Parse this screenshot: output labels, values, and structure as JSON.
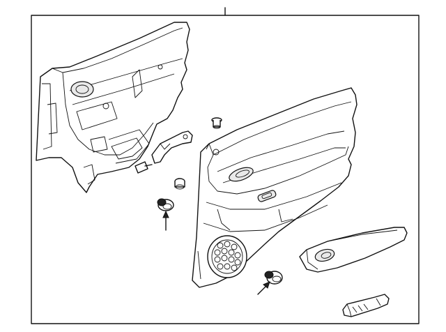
{
  "diagram": {
    "background": "#ffffff",
    "line_color": "#111111",
    "callouts": [],
    "parts": [
      "door-frame-panel",
      "door-trim-panel",
      "armrest-cover",
      "pull-handle",
      "mounting-bracket",
      "bolt",
      "push-pin-clip-top",
      "push-pin-clip-mid",
      "retainer-clip-left",
      "retainer-clip-right",
      "speaker-grille"
    ]
  }
}
